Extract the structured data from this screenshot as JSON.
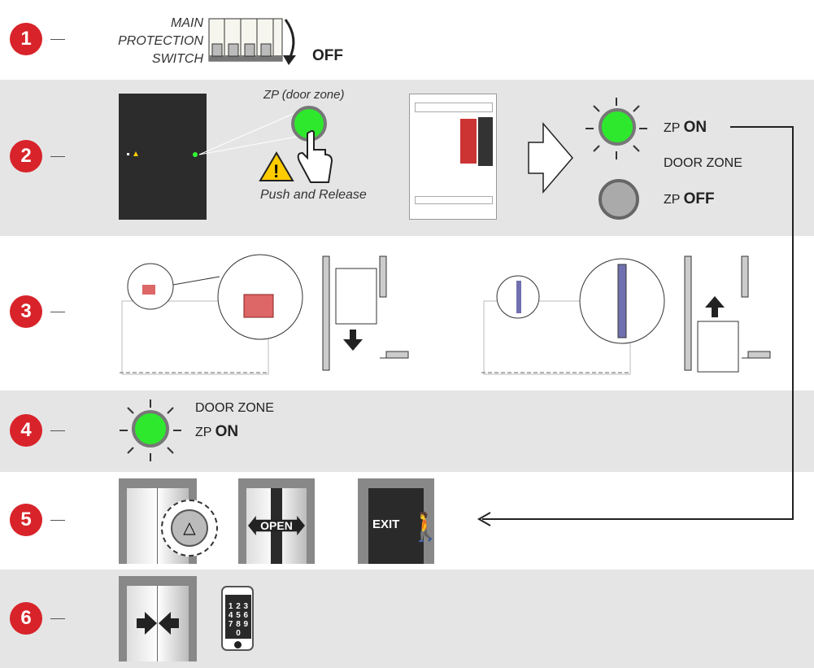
{
  "steps": [
    {
      "number": "1",
      "switch_label": [
        "MAIN",
        "PROTECTION",
        "SWITCH"
      ],
      "state": "OFF"
    },
    {
      "number": "2",
      "button_caption": "ZP (door zone)",
      "action": "Push and Release",
      "zp_on_prefix": "ZP",
      "zp_on": "ON",
      "door_zone": "DOOR ZONE",
      "zp_off_prefix": "ZP",
      "zp_off": "OFF"
    },
    {
      "number": "3"
    },
    {
      "number": "4",
      "door_zone": "DOOR ZONE",
      "zp_prefix": "ZP",
      "zp_state": "ON"
    },
    {
      "number": "5",
      "open_label": "OPEN",
      "exit_label": "EXIT"
    },
    {
      "number": "6",
      "keypad": [
        "1",
        "2",
        "3",
        "4",
        "5",
        "6",
        "7",
        "8",
        "9",
        "0"
      ]
    }
  ],
  "colors": {
    "badge": "#d8232a",
    "led_on": "#2ee82e",
    "led_off": "#aaaaaa",
    "band": "#e5e5e5"
  }
}
